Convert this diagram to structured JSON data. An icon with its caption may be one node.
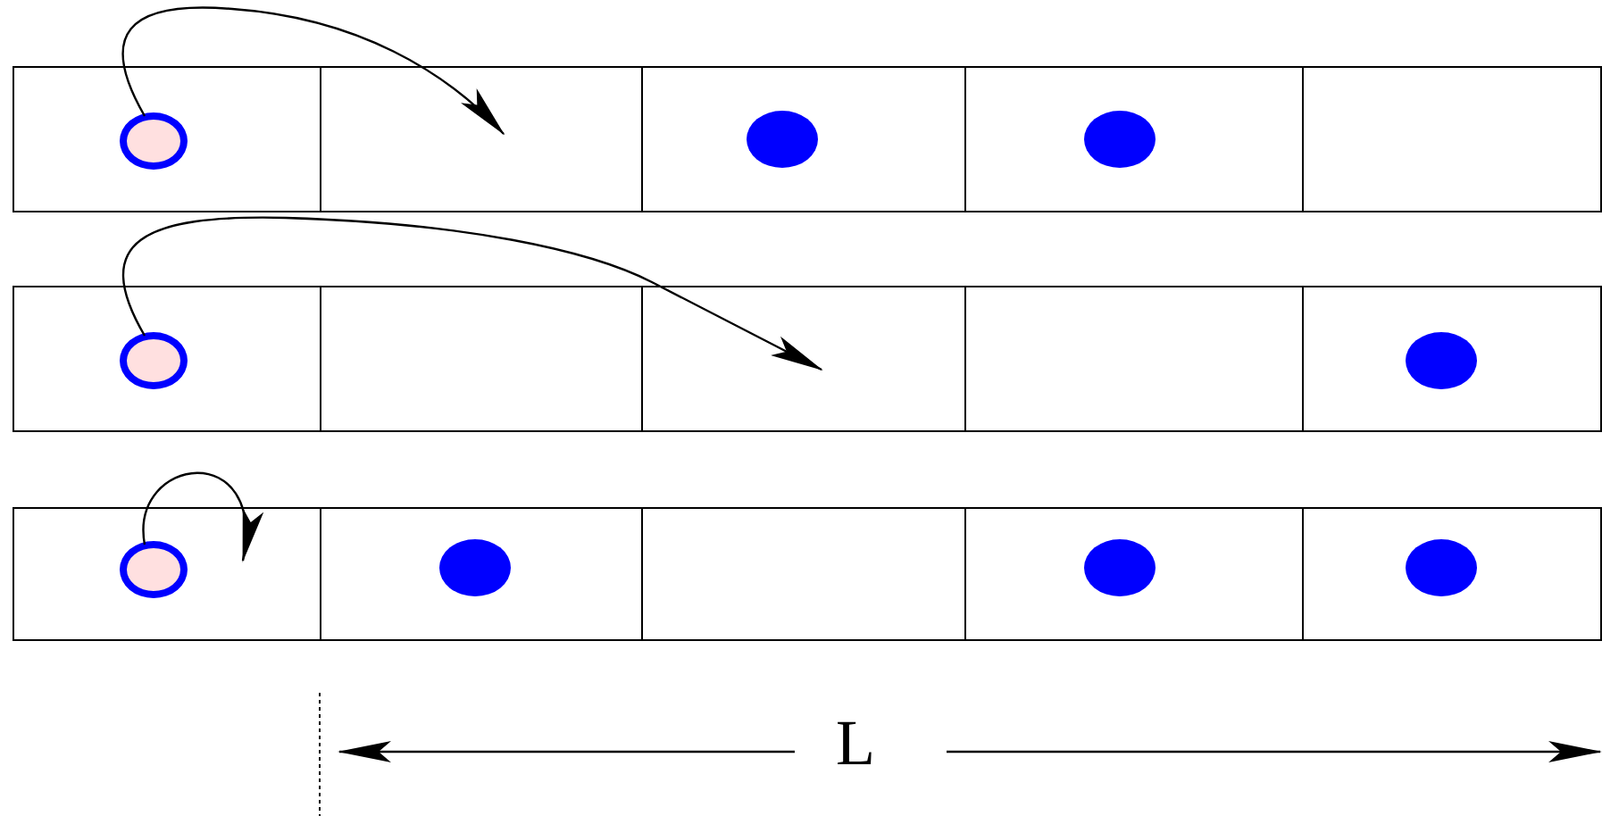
{
  "diagram": {
    "nodes": [
      {
        "text": [],
        "shape": "box"
      },
      {
        "text": [],
        "shape": "circle",
        "in": 0
      },
      {
        "text": [],
        "shape": "box"
      },
      {
        "text": [],
        "shape": "box"
      },
      {
        "text": [],
        "shape": "circle",
        "in": 3
      },
      {
        "text": [],
        "shape": "box"
      },
      {
        "text": [],
        "shape": "circle",
        "in": 5
      },
      {
        "text": [],
        "shape": "box"
      },
      {
        "text": [],
        "shape": "box"
      },
      {
        "text": [],
        "shape": "circle",
        "in": 8
      },
      {
        "text": [],
        "shape": "box"
      },
      {
        "text": [],
        "shape": "box"
      },
      {
        "text": [],
        "shape": "box"
      },
      {
        "text": [],
        "shape": "box"
      },
      {
        "text": [],
        "shape": "circle",
        "in": 13
      },
      {
        "text": [],
        "shape": "box"
      },
      {
        "text": [],
        "shape": "circle",
        "in": 15
      },
      {
        "text": [],
        "shape": "box"
      },
      {
        "text": [],
        "shape": "circle",
        "in": 17
      },
      {
        "text": [],
        "shape": "box"
      },
      {
        "text": [],
        "shape": "box"
      },
      {
        "text": [],
        "shape": "circle",
        "in": 20
      },
      {
        "text": [],
        "shape": "box"
      },
      {
        "text": [],
        "shape": "circle",
        "in": 22
      }
    ],
    "edges": [
      {
        "from": 1,
        "to": 2,
        "arrow": "to"
      },
      {
        "from": 9,
        "to": 11,
        "arrow": "to"
      },
      {
        "from": 16,
        "to": 15,
        "arrow": "to"
      }
    ],
    "labels": [
      "L"
    ]
  }
}
